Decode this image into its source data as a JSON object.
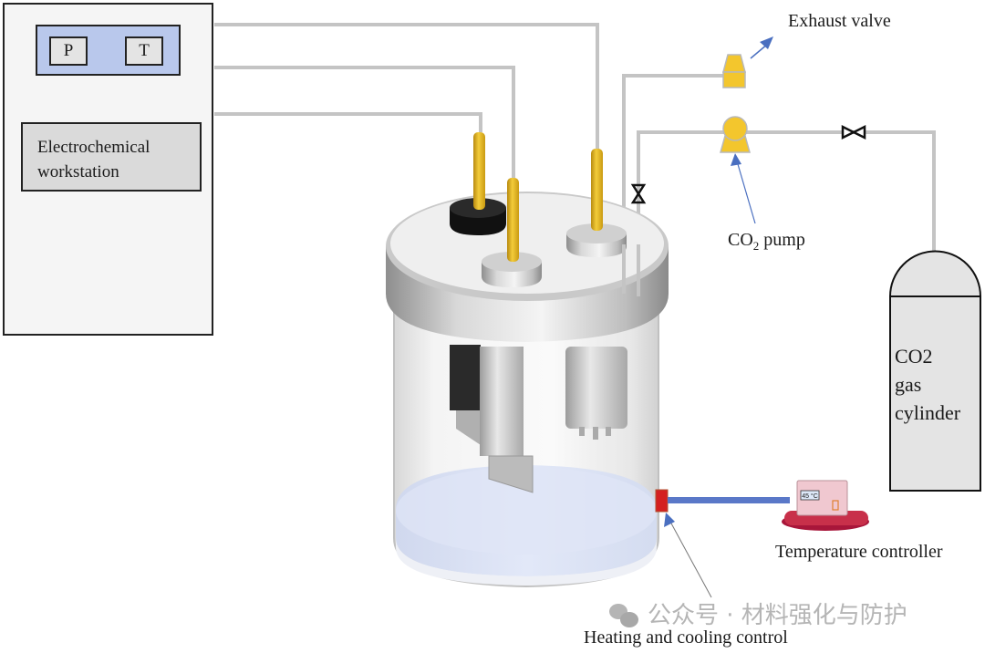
{
  "diagram": {
    "title": "Electrochemical cell setup with CO2 saturation and temperature control",
    "workstation": {
      "label_line1": "Electrochemical",
      "label_line2": "workstation",
      "keys": [
        "P",
        "T"
      ]
    },
    "labels": {
      "exhaust_valve": "Exhaust valve",
      "co2_pump_prefix": "CO",
      "co2_pump_sub": "2",
      "co2_pump_suffix": " pump",
      "cylinder_line1": "CO2",
      "cylinder_line2": "gas",
      "cylinder_line3": "cylinder",
      "temperature_controller": "Temperature controller",
      "heating_cooling": "Heating and cooling control",
      "controller_display": "45 °C"
    },
    "watermark": "公众号 · 材料强化与防护",
    "colors": {
      "wire": "#c4c4c4",
      "electrode_rod": "#e6b820",
      "fitting_yellow": "#f3c62d",
      "arrow_blue": "#4a6fc0",
      "heater_red": "#d42020",
      "heat_line": "#5a78c8",
      "controller_pink": "#c8304a",
      "electrolyte": "#dde4f6",
      "panel_blue": "#b9c8ec"
    },
    "connections": [
      {
        "from": "workstation",
        "to": "electrode-1"
      },
      {
        "from": "workstation",
        "to": "electrode-2"
      },
      {
        "from": "workstation",
        "to": "electrode-3"
      },
      {
        "from": "cell",
        "to": "exhaust-valve"
      },
      {
        "from": "cell",
        "to": "co2-pump"
      },
      {
        "from": "co2-pump",
        "to": "co2-cylinder",
        "via": "valve"
      },
      {
        "from": "temperature-controller",
        "to": "heater-pad"
      }
    ]
  }
}
